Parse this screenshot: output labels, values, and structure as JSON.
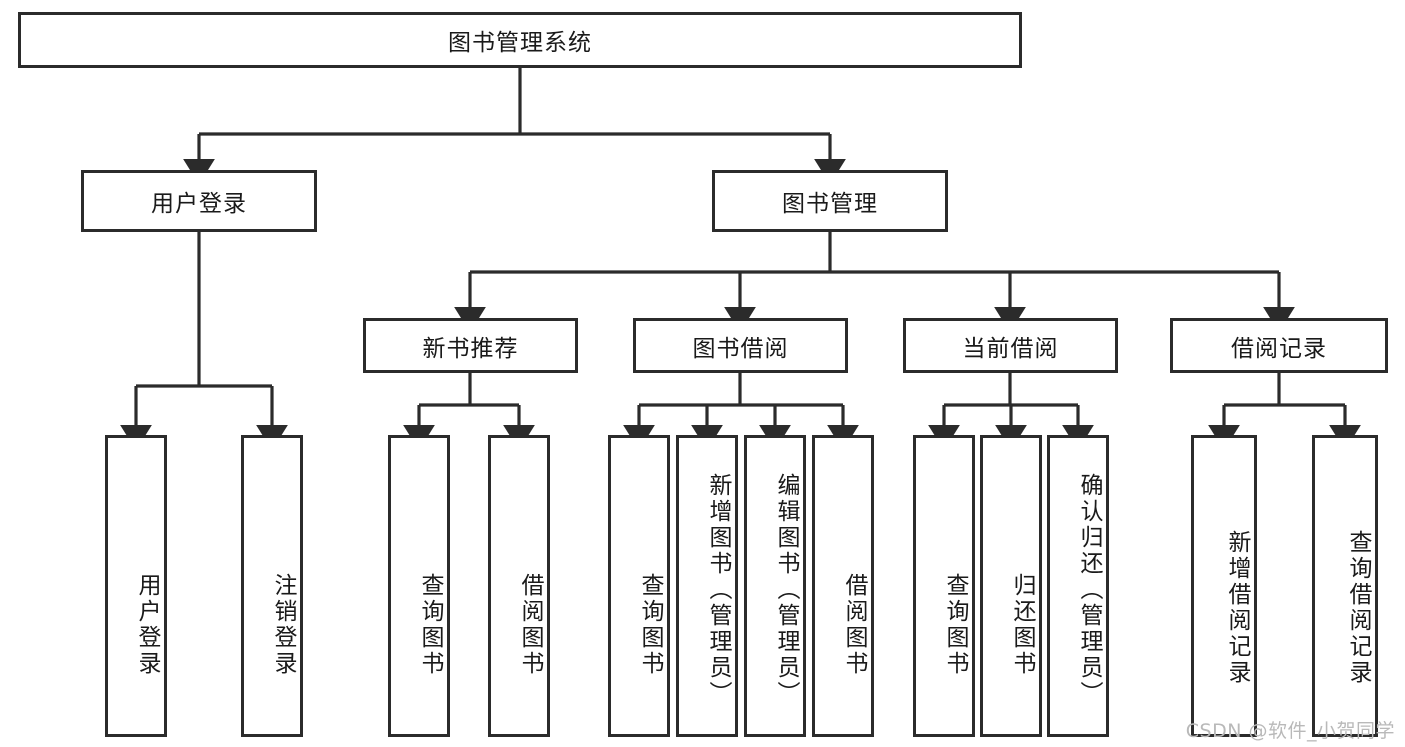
{
  "diagram": {
    "type": "tree-hierarchy-chart",
    "title": "图书管理系统",
    "stroke_color": "#2b2b2b",
    "background_color": "#ffffff",
    "text_color": "#1a1a1a"
  },
  "nodes": {
    "root": {
      "label": "图书管理系统",
      "level": 1,
      "orientation": "horizontal"
    },
    "user_login": {
      "label": "用户登录",
      "level": 2,
      "orientation": "horizontal"
    },
    "book_manage": {
      "label": "图书管理",
      "level": 2,
      "orientation": "horizontal"
    },
    "new_book_rec": {
      "label": "新书推荐",
      "level": 3,
      "orientation": "horizontal"
    },
    "book_borrow": {
      "label": "图书借阅",
      "level": 3,
      "orientation": "horizontal"
    },
    "current_borrow": {
      "label": "当前借阅",
      "level": 3,
      "orientation": "horizontal"
    },
    "borrow_record": {
      "label": "借阅记录",
      "level": 3,
      "orientation": "horizontal"
    },
    "leaf_user_login": {
      "label": "用户登录",
      "level": 3,
      "orientation": "vertical"
    },
    "leaf_logout": {
      "label": "注销登录",
      "level": 3,
      "orientation": "vertical"
    },
    "leaf_query_book_1": {
      "label": "查询图书",
      "level": 4,
      "orientation": "vertical"
    },
    "leaf_borrow_book_1": {
      "label": "借阅图书",
      "level": 4,
      "orientation": "vertical"
    },
    "leaf_query_book_2": {
      "label": "查询图书",
      "level": 4,
      "orientation": "vertical"
    },
    "leaf_add_book": {
      "label": "新增图书（管理员）",
      "level": 4,
      "orientation": "vertical"
    },
    "leaf_edit_book": {
      "label": "编辑图书（管理员）",
      "level": 4,
      "orientation": "vertical"
    },
    "leaf_borrow_book_2": {
      "label": "借阅图书",
      "level": 4,
      "orientation": "vertical"
    },
    "leaf_query_book_3": {
      "label": "查询图书",
      "level": 4,
      "orientation": "vertical"
    },
    "leaf_return_book": {
      "label": "归还图书",
      "level": 4,
      "orientation": "vertical"
    },
    "leaf_confirm_return": {
      "label": "确认归还（管理员）",
      "level": 4,
      "orientation": "vertical"
    },
    "leaf_add_record": {
      "label": "新增借阅记录",
      "level": 4,
      "orientation": "vertical"
    },
    "leaf_query_record": {
      "label": "查询借阅记录",
      "level": 4,
      "orientation": "vertical"
    }
  },
  "edges": [
    {
      "from": "root",
      "to": "user_login"
    },
    {
      "from": "root",
      "to": "book_manage"
    },
    {
      "from": "user_login",
      "to": "leaf_user_login"
    },
    {
      "from": "user_login",
      "to": "leaf_logout"
    },
    {
      "from": "book_manage",
      "to": "new_book_rec"
    },
    {
      "from": "book_manage",
      "to": "book_borrow"
    },
    {
      "from": "book_manage",
      "to": "current_borrow"
    },
    {
      "from": "book_manage",
      "to": "borrow_record"
    },
    {
      "from": "new_book_rec",
      "to": "leaf_query_book_1"
    },
    {
      "from": "new_book_rec",
      "to": "leaf_borrow_book_1"
    },
    {
      "from": "book_borrow",
      "to": "leaf_query_book_2"
    },
    {
      "from": "book_borrow",
      "to": "leaf_add_book"
    },
    {
      "from": "book_borrow",
      "to": "leaf_edit_book"
    },
    {
      "from": "book_borrow",
      "to": "leaf_borrow_book_2"
    },
    {
      "from": "current_borrow",
      "to": "leaf_query_book_3"
    },
    {
      "from": "current_borrow",
      "to": "leaf_return_book"
    },
    {
      "from": "current_borrow",
      "to": "leaf_confirm_return"
    },
    {
      "from": "borrow_record",
      "to": "leaf_add_record"
    },
    {
      "from": "borrow_record",
      "to": "leaf_query_record"
    }
  ],
  "watermark": {
    "text": "CSDN @软件_小贺同学"
  }
}
